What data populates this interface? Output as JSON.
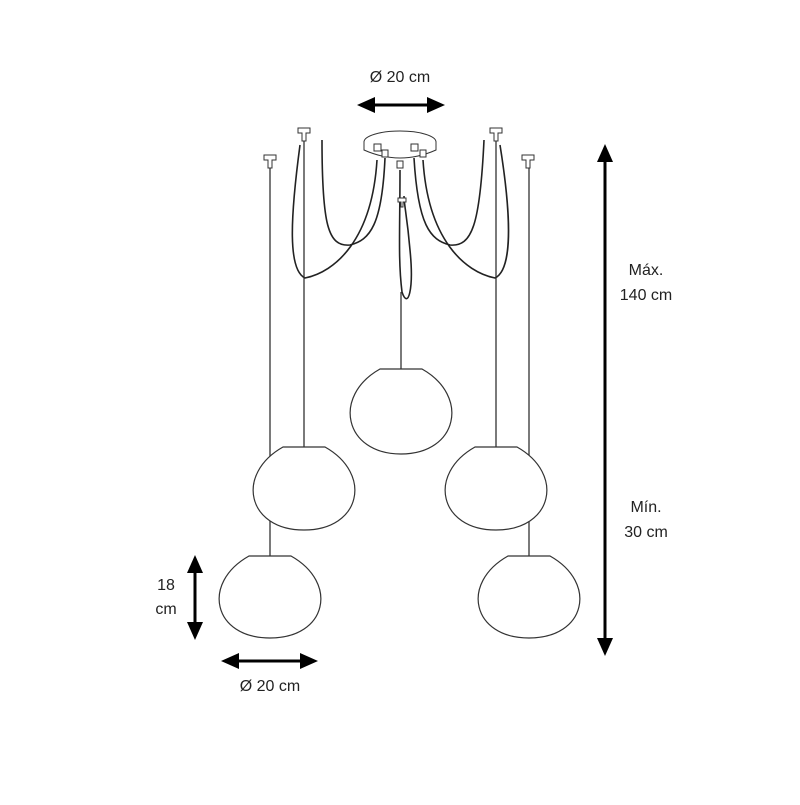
{
  "dimensions": {
    "canopy_diameter": "Ø 20 cm",
    "max_label": "Máx.",
    "max_value": "140 cm",
    "min_label": "Mín.",
    "min_value": "30 cm",
    "shade_height_value": "18",
    "shade_height_unit": "cm",
    "shade_diameter": "Ø 20 cm"
  },
  "colors": {
    "line": "#333333",
    "arrow": "#000000",
    "background": "#ffffff"
  }
}
